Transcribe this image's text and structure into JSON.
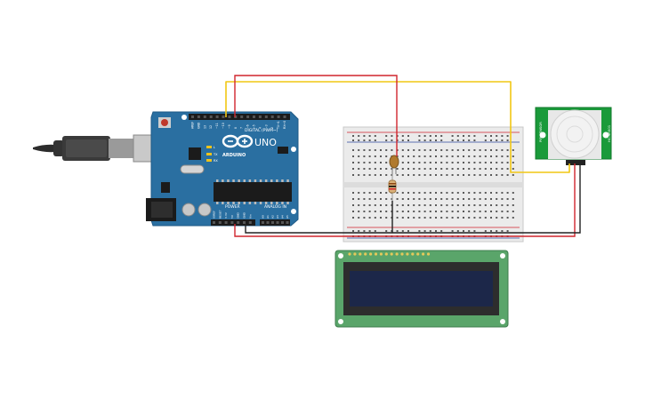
{
  "arduino": {
    "brand": "ARDUINO",
    "model": "UNO",
    "digital_label": "DIGITAL (PWM~)",
    "power_label": "POWER",
    "analog_label": "ANALOG IN",
    "digital_pins": [
      "AREF",
      "GND",
      "13",
      "12",
      "~11",
      "~10",
      "~9",
      "8",
      "7",
      "~6",
      "~5",
      "4",
      "~3",
      "2",
      "TX→1",
      "RX←0"
    ],
    "power_pins": [
      "IOREF",
      "RESET",
      "3.3V",
      "5V",
      "GND",
      "GND",
      "Vin"
    ],
    "analog_pins": [
      "A0",
      "A1",
      "A2",
      "A3",
      "A4",
      "A5"
    ],
    "led_labels": [
      "L",
      "TX",
      "RX"
    ]
  },
  "pir": {
    "left_label": "PIR SENSOR",
    "right_label": "HC-SR501"
  },
  "colors": {
    "board": "#2a6fa1",
    "board_dark": "#1f5a86",
    "breadboard": "#ebebeb",
    "lcd_pcb": "#5aa56a",
    "lcd_screen": "#1c2749",
    "wire_red": "#d1252d",
    "wire_yellow": "#f1c714",
    "wire_black": "#222222",
    "pir_pcb": "#1a9a3a"
  }
}
